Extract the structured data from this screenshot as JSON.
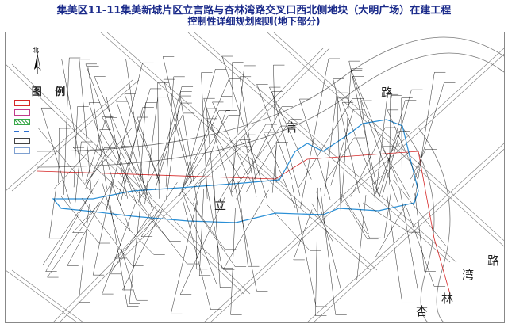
{
  "title": {
    "line1": "集美区11-11集美新城片区立言路与杏林湾路交叉口西北侧地块（大明广场）在建工程",
    "line2": "控制性详细规划图则(地下部分)"
  },
  "north_label": "北",
  "legend": {
    "title": "图 例",
    "items": [
      {
        "color": "#d62828",
        "style": "solid"
      },
      {
        "color": "#c23b8a",
        "style": "solid"
      },
      {
        "color": "#3aa84a",
        "style": "hatch"
      },
      {
        "color": "#2d6fcf",
        "style": "dash"
      },
      {
        "color": "#444444",
        "style": "solid"
      },
      {
        "color": "#7fa0d0",
        "style": "solid"
      }
    ]
  },
  "road_labels": [
    {
      "id": "lu-1",
      "text": "路"
    },
    {
      "id": "yan",
      "text": "言"
    },
    {
      "id": "li",
      "text": "立"
    },
    {
      "id": "lu-2",
      "text": "路"
    },
    {
      "id": "wan",
      "text": "湾"
    },
    {
      "id": "lin",
      "text": "林"
    },
    {
      "id": "xing",
      "text": "杏"
    }
  ],
  "colors": {
    "title": "#1a2a8a",
    "site_boundary": "#2a8fd6",
    "road_line": "#777777",
    "red_line": "#d62828",
    "leader": "#111111"
  }
}
